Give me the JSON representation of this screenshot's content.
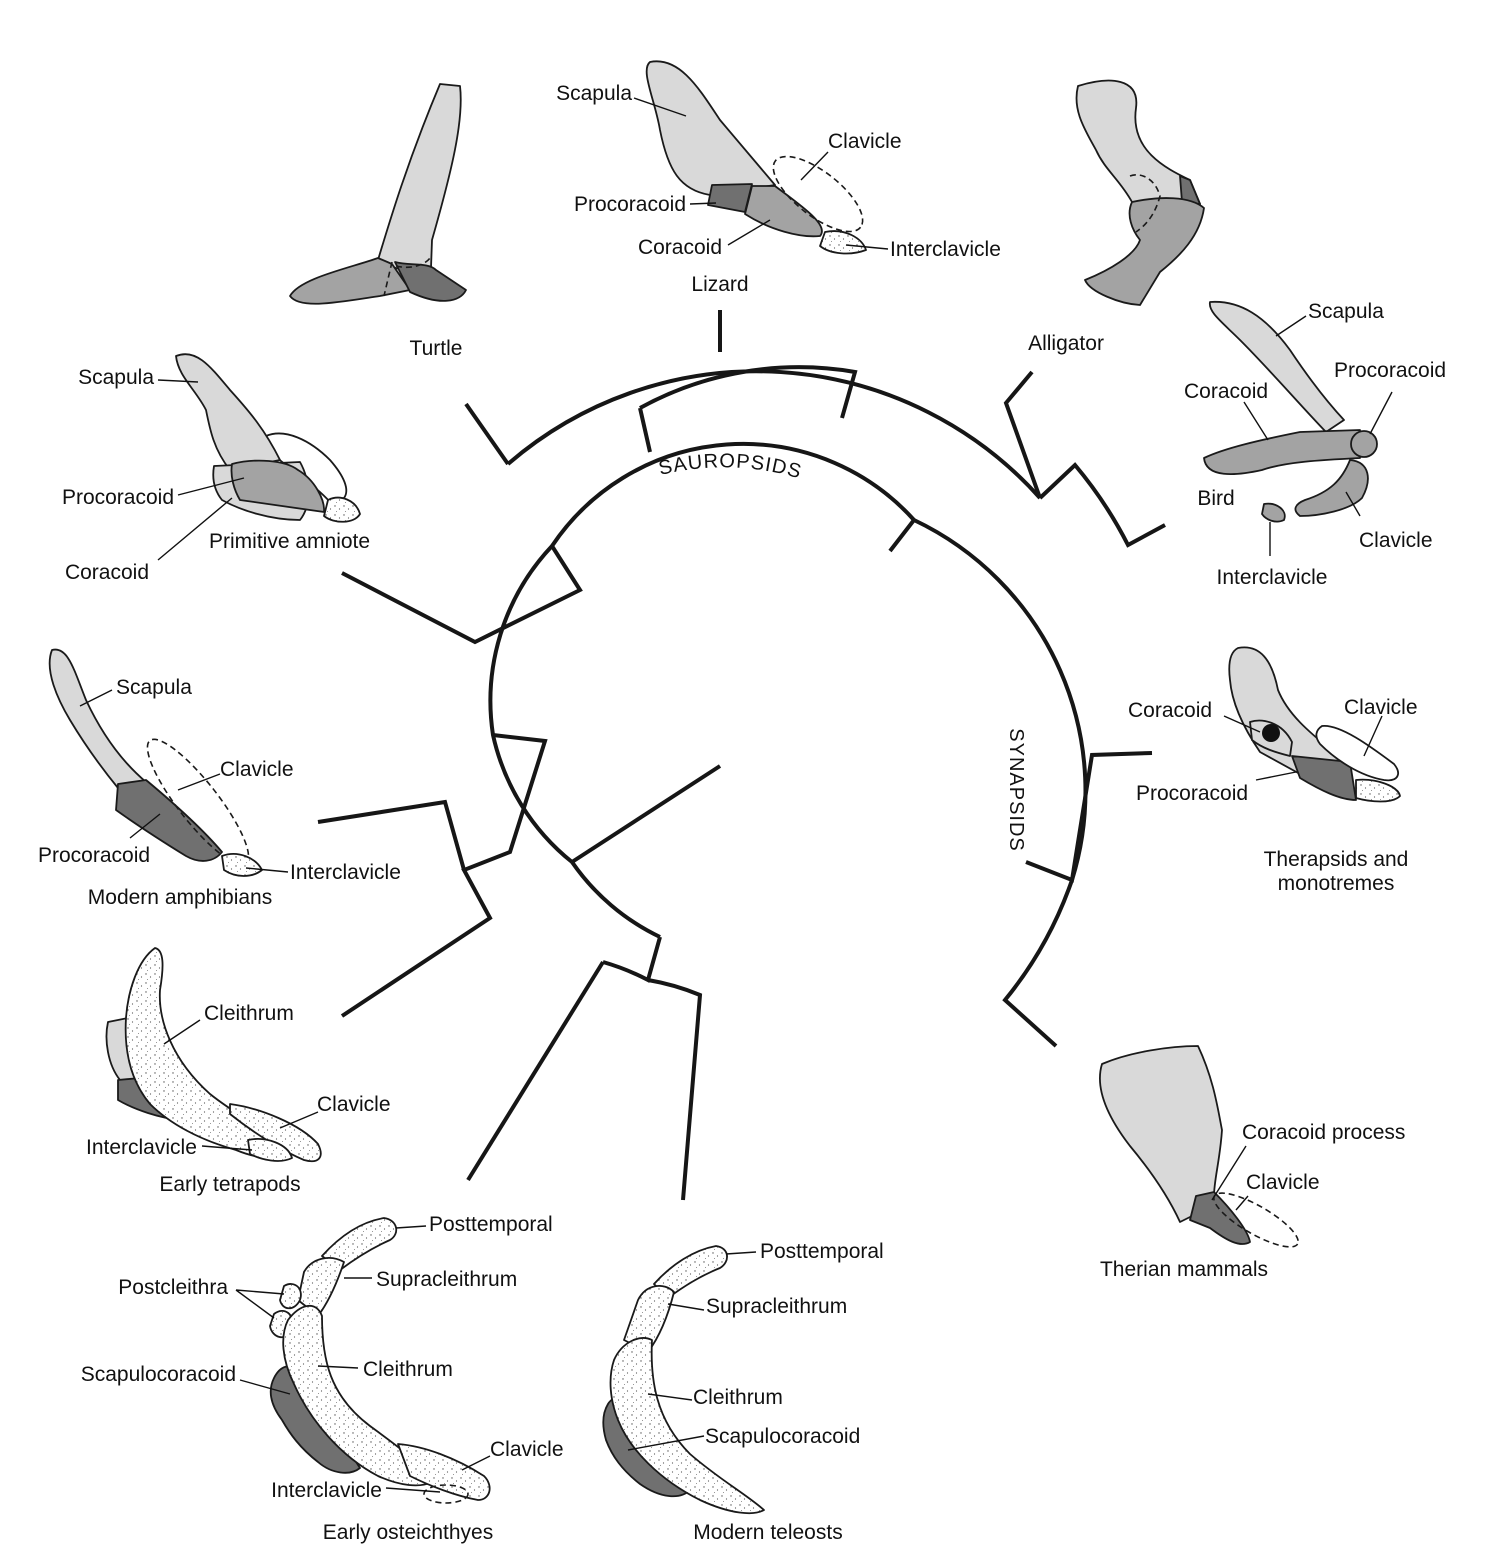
{
  "clades": {
    "sauropsids": "SAUROPSIDS",
    "synapsids": "SYNAPSIDS"
  },
  "fill_colors": {
    "scapula_light": "#d9d9d9",
    "coracoid_medium": "#a3a3a3",
    "procoracoid_dark": "#707070",
    "dermal_white": "#ffffff"
  },
  "taxa": {
    "turtle": {
      "name": "Turtle"
    },
    "lizard": {
      "name": "Lizard",
      "labels": {
        "scapula": "Scapula",
        "clavicle": "Clavicle",
        "procoracoid": "Procoracoid",
        "coracoid": "Coracoid",
        "interclavicle": "Interclavicle"
      }
    },
    "alligator": {
      "name": "Alligator"
    },
    "bird": {
      "name": "Bird",
      "labels": {
        "scapula": "Scapula",
        "procoracoid": "Procoracoid",
        "coracoid": "Coracoid",
        "clavicle": "Clavicle",
        "interclavicle": "Interclavicle"
      }
    },
    "primitive_amniote": {
      "name": "Primitive amniote",
      "labels": {
        "scapula": "Scapula",
        "procoracoid": "Procoracoid",
        "coracoid": "Coracoid"
      }
    },
    "modern_amphibians": {
      "name": "Modern amphibians",
      "labels": {
        "scapula": "Scapula",
        "clavicle": "Clavicle",
        "procoracoid": "Procoracoid",
        "interclavicle": "Interclavicle"
      }
    },
    "therapsids": {
      "name_line1": "Therapsids and",
      "name_line2": "monotremes",
      "labels": {
        "coracoid": "Coracoid",
        "clavicle": "Clavicle",
        "procoracoid": "Procoracoid"
      }
    },
    "early_tetrapods": {
      "name": "Early tetrapods",
      "labels": {
        "cleithrum": "Cleithrum",
        "clavicle": "Clavicle",
        "interclavicle": "Interclavicle"
      }
    },
    "therian_mammals": {
      "name": "Therian mammals",
      "labels": {
        "coracoid_process": "Coracoid process",
        "clavicle": "Clavicle"
      }
    },
    "early_osteichthyes": {
      "name": "Early osteichthyes",
      "labels": {
        "posttemporal": "Posttemporal",
        "postcleithra": "Postcleithra",
        "supracleithrum": "Supracleithrum",
        "cleithrum": "Cleithrum",
        "scapulocoracoid": "Scapulocoracoid",
        "clavicle": "Clavicle",
        "interclavicle": "Interclavicle"
      }
    },
    "modern_teleosts": {
      "name": "Modern teleosts",
      "labels": {
        "posttemporal": "Posttemporal",
        "supracleithrum": "Supracleithrum",
        "cleithrum": "Cleithrum",
        "scapulocoracoid": "Scapulocoracoid"
      }
    }
  }
}
